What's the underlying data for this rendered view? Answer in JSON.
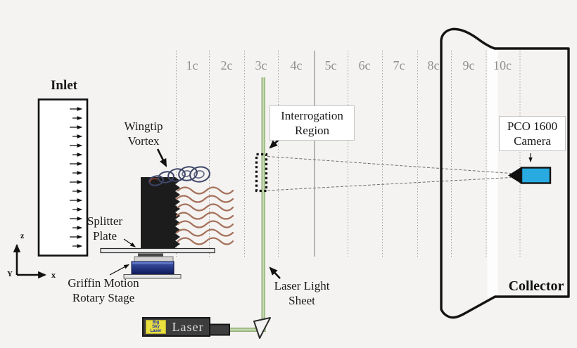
{
  "colors": {
    "background": "#f4f3f1",
    "camera_blue": "#29abe2",
    "rotary_stage_blue": "#0d1757",
    "laser_sheet_green": "#84a768",
    "vortex_wave_brown": "#a5715b",
    "vortex_ring_navy": "#3e4668",
    "chord_label_gray": "#8f8f8f",
    "laser_body_gray": "#3d3d3d",
    "laser_logo_yellow": "#e9df3e"
  },
  "chords": [
    "1c",
    "2c",
    "3c",
    "4c",
    "5c",
    "6c",
    "7c",
    "8c",
    "9c",
    "10c"
  ],
  "inlet": {
    "label": "Inlet"
  },
  "axes": {
    "z": "z",
    "x": "x",
    "y": "Y"
  },
  "wingtip_vortex": {
    "line1": "Wingtip",
    "line2": "Vortex"
  },
  "splitter_plate": {
    "line1": "Splitter",
    "line2": "Plate"
  },
  "rotary_stage": {
    "line1": "Griffin Motion",
    "line2": "Rotary Stage"
  },
  "interrogation": {
    "line1": "Interrogation",
    "line2": "Region"
  },
  "laser_sheet": {
    "line1": "Laser Light",
    "line2": "Sheet"
  },
  "camera": {
    "line1": "PCO 1600",
    "line2": "Camera"
  },
  "collector": {
    "label": "Collector"
  },
  "laser": {
    "label": "Laser",
    "logo_line1": "Big",
    "logo_line2": "Sky",
    "logo_line3": "Laser"
  }
}
